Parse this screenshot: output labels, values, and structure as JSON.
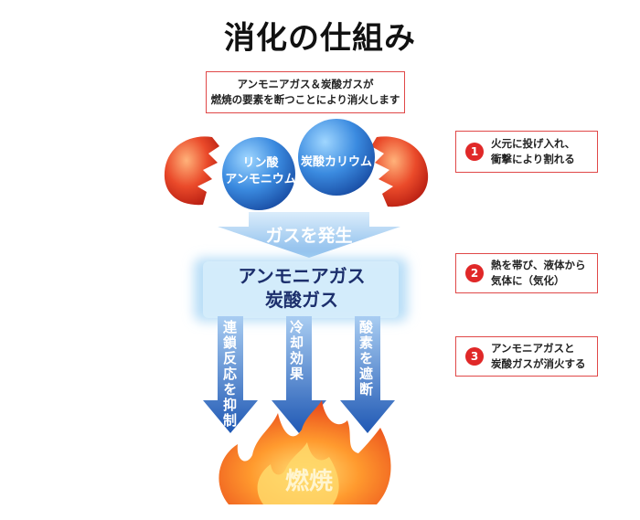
{
  "title": "消化の仕組み",
  "intro": {
    "line1": "アンモニアガス＆炭酸ガスが",
    "line2": "燃焼の要素を断つことにより消火します"
  },
  "canisters": {
    "left_line1": "リン酸",
    "left_line2": "アンモニウム",
    "right": "炭酸カリウム"
  },
  "gas_arrow_label": "ガスを発生",
  "gas_band": {
    "line1": "アンモニアガス",
    "line2": "炭酸ガス"
  },
  "effects": [
    "連鎖反応を抑制",
    "冷却効果",
    "酸素を遮断"
  ],
  "fire_label": "燃焼",
  "steps": [
    {
      "number": "1",
      "line1": "火元に投げ入れ、",
      "line2": "衝撃により割れる"
    },
    {
      "number": "2",
      "line1": "熱を帯び、液体から",
      "line2": "気体に（気化）"
    },
    {
      "number": "3",
      "line1": "アンモニアガスと",
      "line2": "炭酸ガスが消火する"
    }
  ],
  "colors": {
    "accent_red": "#e02828",
    "box_border": "#e04848",
    "arrow_blue": "#2f6fc6",
    "band_blue": "#cfe8f8",
    "fire_orange": "#f26a1b"
  }
}
